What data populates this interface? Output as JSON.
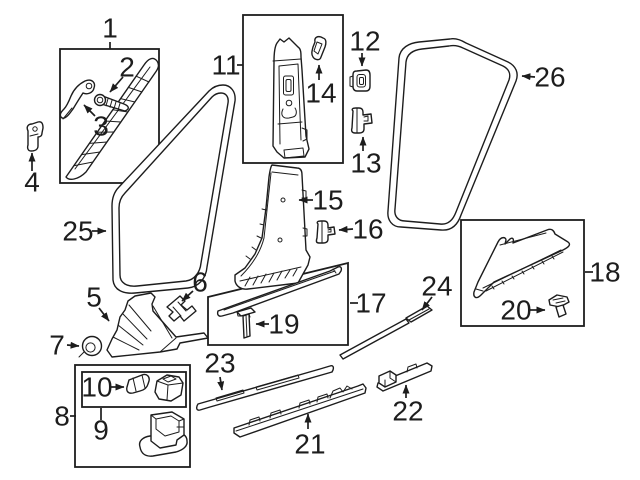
{
  "colors": {
    "background": "#ffffff",
    "line": "#1d1d1d"
  },
  "callouts": {
    "c1": {
      "label": "1"
    },
    "c2": {
      "label": "2"
    },
    "c3": {
      "label": "3"
    },
    "c4": {
      "label": "4"
    },
    "c5": {
      "label": "5"
    },
    "c6": {
      "label": "6"
    },
    "c7": {
      "label": "7"
    },
    "c8": {
      "label": "8"
    },
    "c9": {
      "label": "9"
    },
    "c10": {
      "label": "10"
    },
    "c11": {
      "label": "11"
    },
    "c12": {
      "label": "12"
    },
    "c13": {
      "label": "13"
    },
    "c14": {
      "label": "14"
    },
    "c15": {
      "label": "15"
    },
    "c16": {
      "label": "16"
    },
    "c17": {
      "label": "17"
    },
    "c18": {
      "label": "18"
    },
    "c19": {
      "label": "19"
    },
    "c20": {
      "label": "20"
    },
    "c21": {
      "label": "21"
    },
    "c22": {
      "label": "22"
    },
    "c23": {
      "label": "23"
    },
    "c24": {
      "label": "24"
    },
    "c25": {
      "label": "25"
    },
    "c26": {
      "label": "26"
    }
  }
}
